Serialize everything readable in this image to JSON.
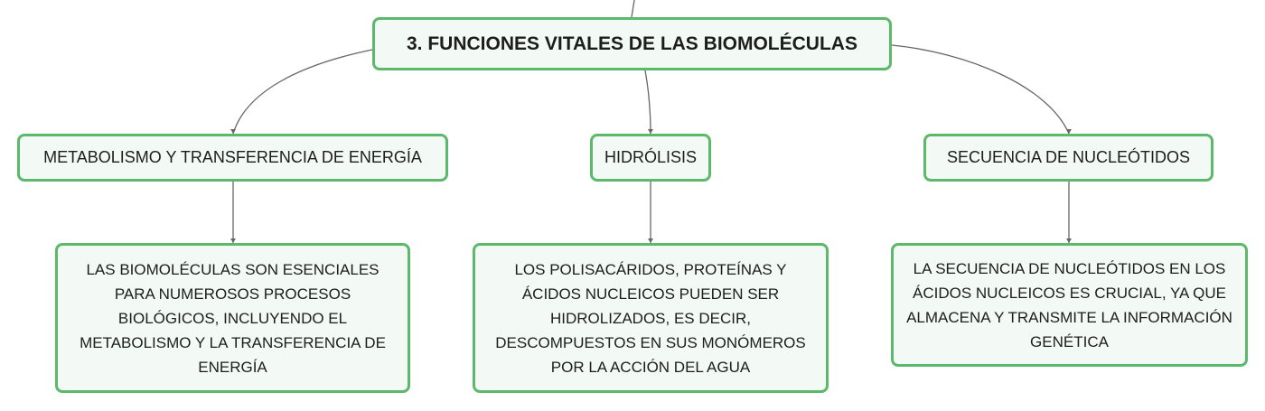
{
  "root": {
    "label": "3. FUNCIONES VITALES DE LAS BIOMOLÉCULAS"
  },
  "branches": [
    {
      "topic": "METABOLISMO Y TRANSFERENCIA DE ENERGÍA",
      "detail": "LAS BIOMOLÉCULAS SON ESENCIALES PARA NUMEROSOS PROCESOS BIOLÓGICOS, INCLUYENDO EL METABOLISMO Y LA TRANSFERENCIA DE ENERGÍA"
    },
    {
      "topic": "HIDRÓLISIS",
      "detail": "LOS POLISACÁRIDOS, PROTEÍNAS Y ÁCIDOS NUCLEICOS PUEDEN SER HIDROLIZADOS, ES DECIR, DESCOMPUESTOS EN SUS MONÓMEROS POR LA ACCIÓN DEL AGUA"
    },
    {
      "topic": "SECUENCIA DE NUCLEÓTIDOS",
      "detail": "LA SECUENCIA DE NUCLEÓTIDOS EN LOS ÁCIDOS NUCLEICOS ES CRUCIAL, YA QUE ALMACENA Y TRANSMITE LA INFORMACIÓN GENÉTICA"
    }
  ],
  "colors": {
    "node_border": "#5cb86a",
    "node_fill": "#f3f9f4",
    "connector": "#666666",
    "text": "#1d1d1d"
  }
}
